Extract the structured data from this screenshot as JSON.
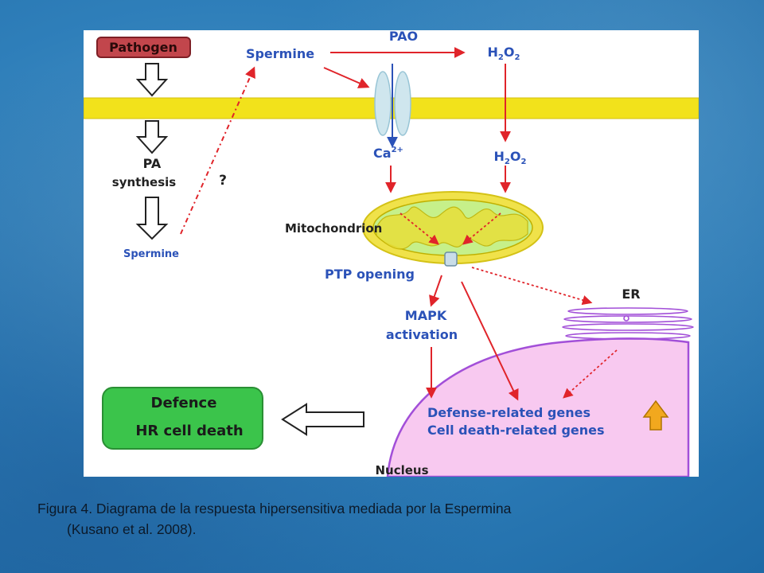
{
  "diagram": {
    "pathogen": "Pathogen",
    "spermine_top": "Spermine",
    "pao": "PAO",
    "h2o2_top": "H2O2",
    "h2o2_mid": "H2O2",
    "ca": "Ca2+",
    "pa_synthesis_line1": "PA",
    "pa_synthesis_line2": "synthesis",
    "question": "?",
    "spermine_left": "Spermine",
    "mitochondrion": "Mitochondrion",
    "ptp_opening": "PTP opening",
    "er": "ER",
    "mapk_line1": "MAPK",
    "mapk_line2": "activation",
    "defense_genes": "Defense-related genes",
    "death_genes": "Cell death-related genes",
    "nucleus": "Nucleus",
    "defence_line1": "Defence",
    "defence_line2": "HR cell death",
    "colors": {
      "membrane": "#f2e21b",
      "arrow": "#e0242a",
      "blue_text": "#2b52b8",
      "nucleus_fill": "#f8c9f0",
      "nucleus_border": "#a24fd8",
      "mito_outer": "#f0e24a",
      "mito_inner": "#c6f08a",
      "defence_box": "#3bc44b",
      "pathogen_box": "#c2464c",
      "up_arrow": "#f2a81e"
    }
  },
  "caption": {
    "line1": "Figura 4. Diagrama de la respuesta hipersensitiva mediada por la Espermina",
    "line2": "(Kusano et al. 2008)."
  }
}
